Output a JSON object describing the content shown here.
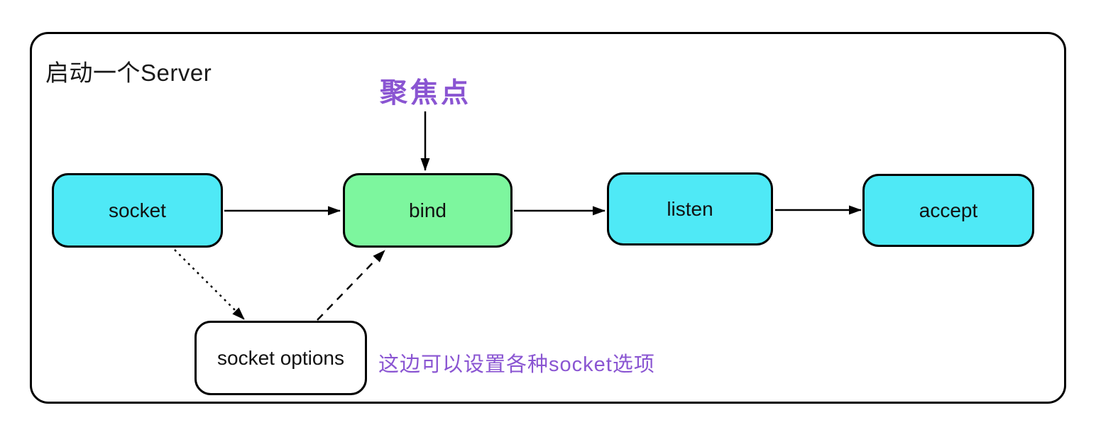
{
  "diagram": {
    "title": "启动一个Server",
    "focus_annotation": "聚焦点",
    "caption": "这边可以设置各种socket选项",
    "nodes": [
      {
        "id": "socket",
        "label": "socket",
        "fill": "#4FE9F6"
      },
      {
        "id": "bind",
        "label": "bind",
        "fill": "#7DF69E"
      },
      {
        "id": "listen",
        "label": "listen",
        "fill": "#4FE9F6"
      },
      {
        "id": "accept",
        "label": "accept",
        "fill": "#4FE9F6"
      },
      {
        "id": "socket_options",
        "label": "socket options",
        "fill": "#FFFFFF"
      }
    ],
    "edges": [
      {
        "from": "socket",
        "to": "bind",
        "style": "solid-arrow"
      },
      {
        "from": "bind",
        "to": "listen",
        "style": "solid-arrow"
      },
      {
        "from": "listen",
        "to": "accept",
        "style": "solid-arrow"
      },
      {
        "from": "focus_annotation",
        "to": "bind",
        "style": "solid-arrow"
      },
      {
        "from": "socket",
        "to": "socket_options",
        "style": "dotted-arrow"
      },
      {
        "from": "socket_options",
        "to": "bind",
        "style": "dashed-arrow"
      }
    ],
    "colors": {
      "annotation_purple": "#8A55D2",
      "node_cyan": "#4FE9F6",
      "node_green": "#7DF69E",
      "stroke_black": "#000000",
      "background": "#FFFFFF"
    }
  }
}
